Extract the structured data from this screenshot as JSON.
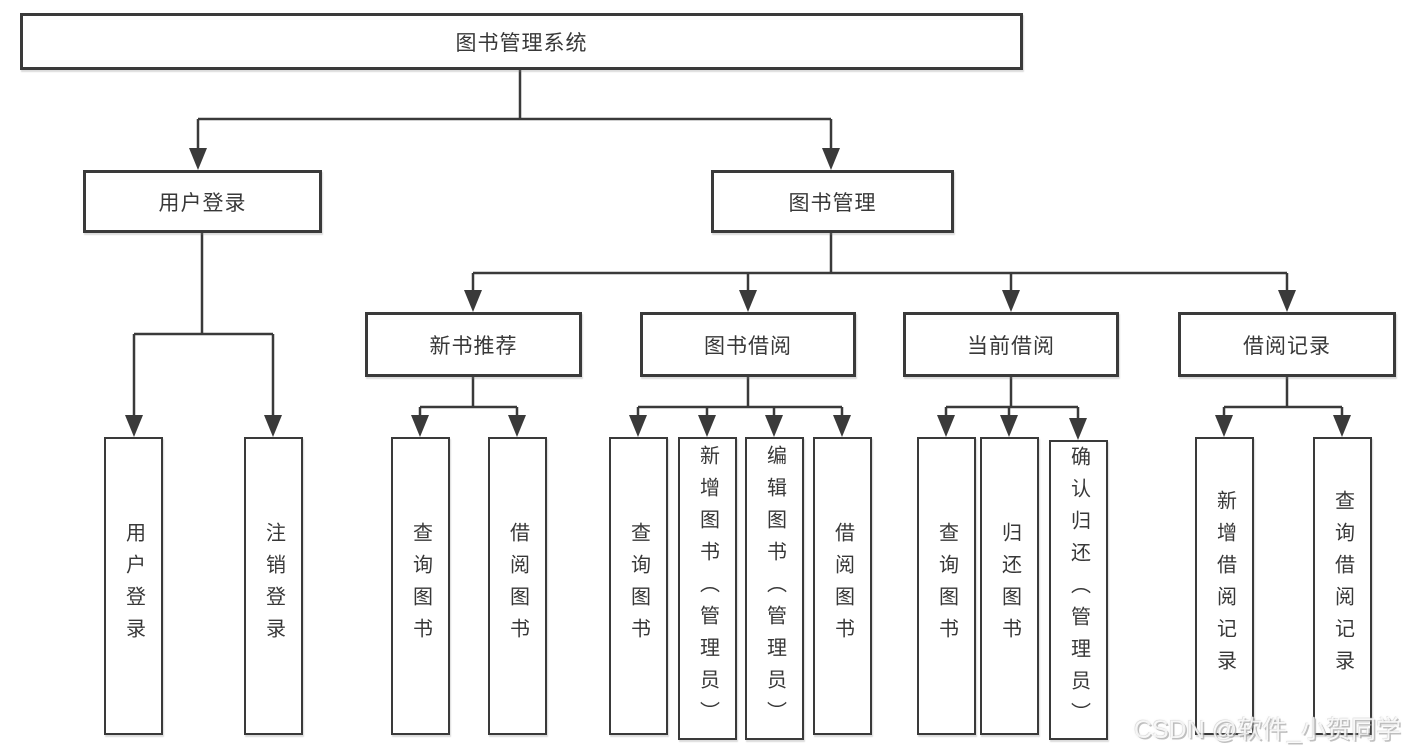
{
  "tree": {
    "label": "图书管理系统",
    "children": [
      {
        "label": "用户登录",
        "children": [
          {
            "label": "用户登录"
          },
          {
            "label": "注销登录"
          }
        ]
      },
      {
        "label": "图书管理",
        "children": [
          {
            "label": "新书推荐",
            "children": [
              {
                "label": "查询图书"
              },
              {
                "label": "借阅图书"
              }
            ]
          },
          {
            "label": "图书借阅",
            "children": [
              {
                "label": "查询图书"
              },
              {
                "label": "新增图书（管理员）"
              },
              {
                "label": "编辑图书（管理员）"
              },
              {
                "label": "借阅图书"
              }
            ]
          },
          {
            "label": "当前借阅",
            "children": [
              {
                "label": "查询图书"
              },
              {
                "label": "归还图书"
              },
              {
                "label": "确认归还（管理员）"
              }
            ]
          },
          {
            "label": "借阅记录",
            "children": [
              {
                "label": "新增借阅记录"
              },
              {
                "label": "查询借阅记录"
              }
            ]
          }
        ]
      }
    ]
  },
  "watermark": "CSDN @软件_小贺同学",
  "colors": {
    "line": "#3a3a3a",
    "box_border": "#3a3a3a",
    "box_fill": "#ffffff",
    "text": "#383838",
    "watermark": "#d8d8d8"
  }
}
